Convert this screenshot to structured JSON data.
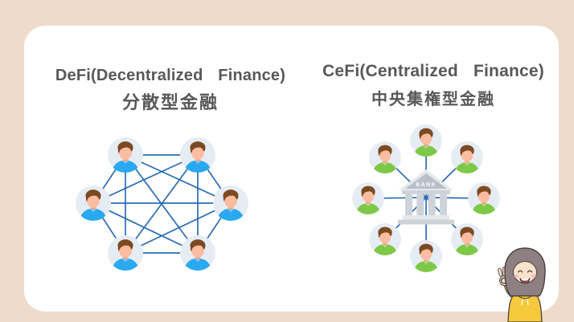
{
  "colors": {
    "bg": "#eedbcc",
    "card": "#ffffff",
    "ink": "#595757",
    "line": "#2b6cb4",
    "circle": "#e5ecf4",
    "hair": "#7c4a21",
    "face": "#fcbca1",
    "neck": "#f3a68a",
    "shirt-blue": "#29a9f0",
    "shirt-green": "#7dc847",
    "bank-light": "#e5e8ec",
    "bank-mid": "#ced3da",
    "bank-dark": "#b9bfc8",
    "mascot-hair": "#8e8082",
    "mascot-skin": "#fbe2cb",
    "mascot-yellow": "#f6c93d"
  },
  "left_panel": {
    "title_en": "DeFi(Decentralized Finance)",
    "title_ja": "分散型金融",
    "diagram": {
      "type": "mesh-network",
      "node_count": 6,
      "edge_count": 15,
      "description": "6 users all connected directly to each other (peer-to-peer)"
    }
  },
  "right_panel": {
    "title_en": "CeFi(Centralized Finance)",
    "title_ja": "中央集権型金融",
    "diagram": {
      "type": "hub-and-spoke",
      "node_count": 8,
      "hub_label": "BANK",
      "description": "8 users each connected only to a central bank"
    }
  },
  "mascot": {
    "description": "woman making OK sign"
  }
}
